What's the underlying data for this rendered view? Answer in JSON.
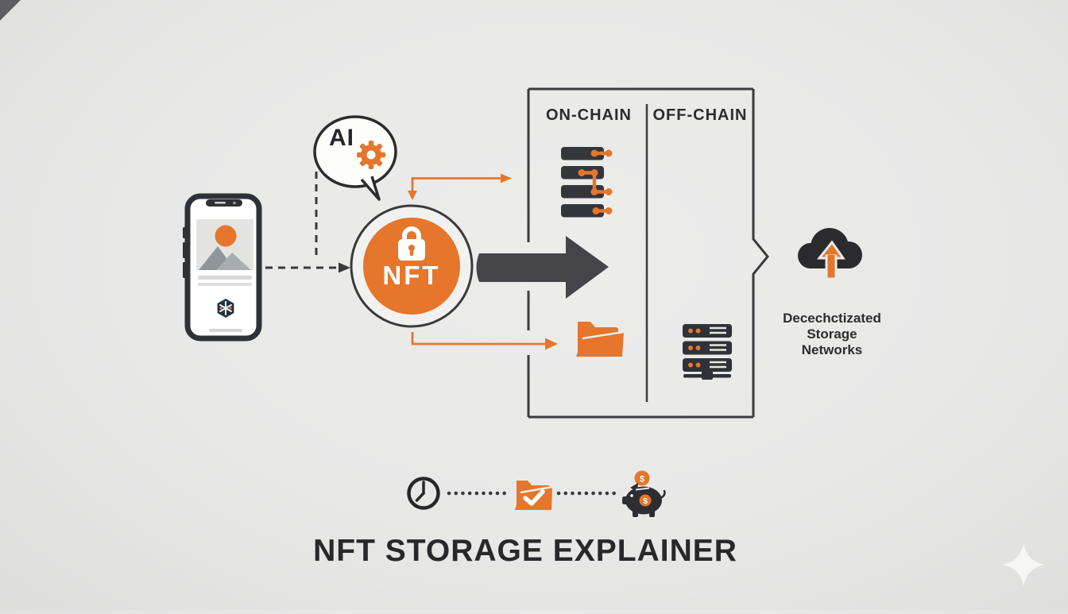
{
  "title": "NFT STORAGE EXPLAINER",
  "ai_bubble": {
    "label": "AI"
  },
  "nft_token": {
    "label": "NFT"
  },
  "storage_box": {
    "on_chain_header": "ON-CHAIN",
    "off_chain_header": "OFF-CHAIN"
  },
  "decentralized_storage": {
    "line1": "Decechctizated",
    "line2": "Storage",
    "line3": "Networks"
  },
  "piggy_bank": {
    "coin_symbol": "$",
    "body_symbol": "$"
  },
  "icons": {
    "phone": "smartphone-with-nft-artwork",
    "ai_gear": "gear",
    "nft_lock": "padlock",
    "on_chain_blocks": "blockchain-linked-blocks",
    "on_chain_folder": "folder",
    "off_chain_server": "server-rack-network",
    "cloud_upload": "cloud-with-upload-arrow",
    "clock": "clock",
    "folder_check": "folder-with-checkmark",
    "piggy": "piggy-bank-with-coin",
    "sparkle": "four-point-star"
  },
  "colors": {
    "accent_orange": "#E5762C",
    "dark_ink": "#333338",
    "line_dark": "#3B3B3E",
    "background": "#E9E9E8"
  }
}
